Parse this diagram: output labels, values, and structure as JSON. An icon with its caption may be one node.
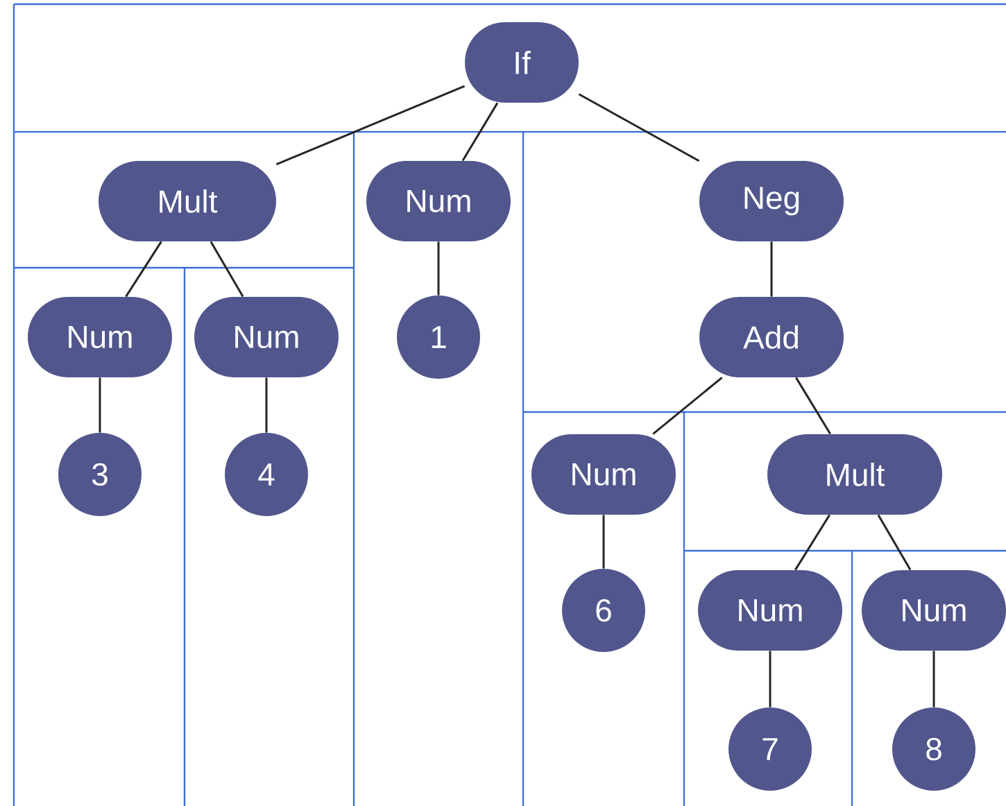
{
  "diagram": {
    "nodes": [
      {
        "text": [
          "If"
        ]
      },
      {
        "text": [
          "Mult"
        ]
      },
      {
        "text": [
          "Num"
        ]
      },
      {
        "text": [
          "Neg"
        ]
      },
      {
        "text": [
          "Num"
        ]
      },
      {
        "text": [
          "Num"
        ]
      },
      {
        "text": [
          "1"
        ]
      },
      {
        "text": [
          "Add"
        ]
      },
      {
        "text": [
          "3"
        ]
      },
      {
        "text": [
          "4"
        ]
      },
      {
        "text": [
          "Num"
        ]
      },
      {
        "text": [
          "Mult"
        ]
      },
      {
        "text": [
          "6"
        ]
      },
      {
        "text": [
          "Num"
        ]
      },
      {
        "text": [
          "Num"
        ]
      },
      {
        "text": [
          "7"
        ]
      },
      {
        "text": [
          "8"
        ]
      }
    ],
    "edges": [
      {
        "from": 0,
        "to": 1,
        "arrow": "none"
      },
      {
        "from": 0,
        "to": 2,
        "arrow": "none"
      },
      {
        "from": 0,
        "to": 3,
        "arrow": "none"
      },
      {
        "from": 1,
        "to": 4,
        "arrow": "none"
      },
      {
        "from": 1,
        "to": 5,
        "arrow": "none"
      },
      {
        "from": 2,
        "to": 6,
        "arrow": "none"
      },
      {
        "from": 3,
        "to": 7,
        "arrow": "none"
      },
      {
        "from": 4,
        "to": 8,
        "arrow": "none"
      },
      {
        "from": 5,
        "to": 9,
        "arrow": "none"
      },
      {
        "from": 7,
        "to": 10,
        "arrow": "none"
      },
      {
        "from": 7,
        "to": 11,
        "arrow": "none"
      },
      {
        "from": 10,
        "to": 12,
        "arrow": "none"
      },
      {
        "from": 11,
        "to": 13,
        "arrow": "none"
      },
      {
        "from": 11,
        "to": 14,
        "arrow": "none"
      },
      {
        "from": 13,
        "to": 15,
        "arrow": "none"
      },
      {
        "from": 14,
        "to": 16,
        "arrow": "none"
      }
    ]
  }
}
